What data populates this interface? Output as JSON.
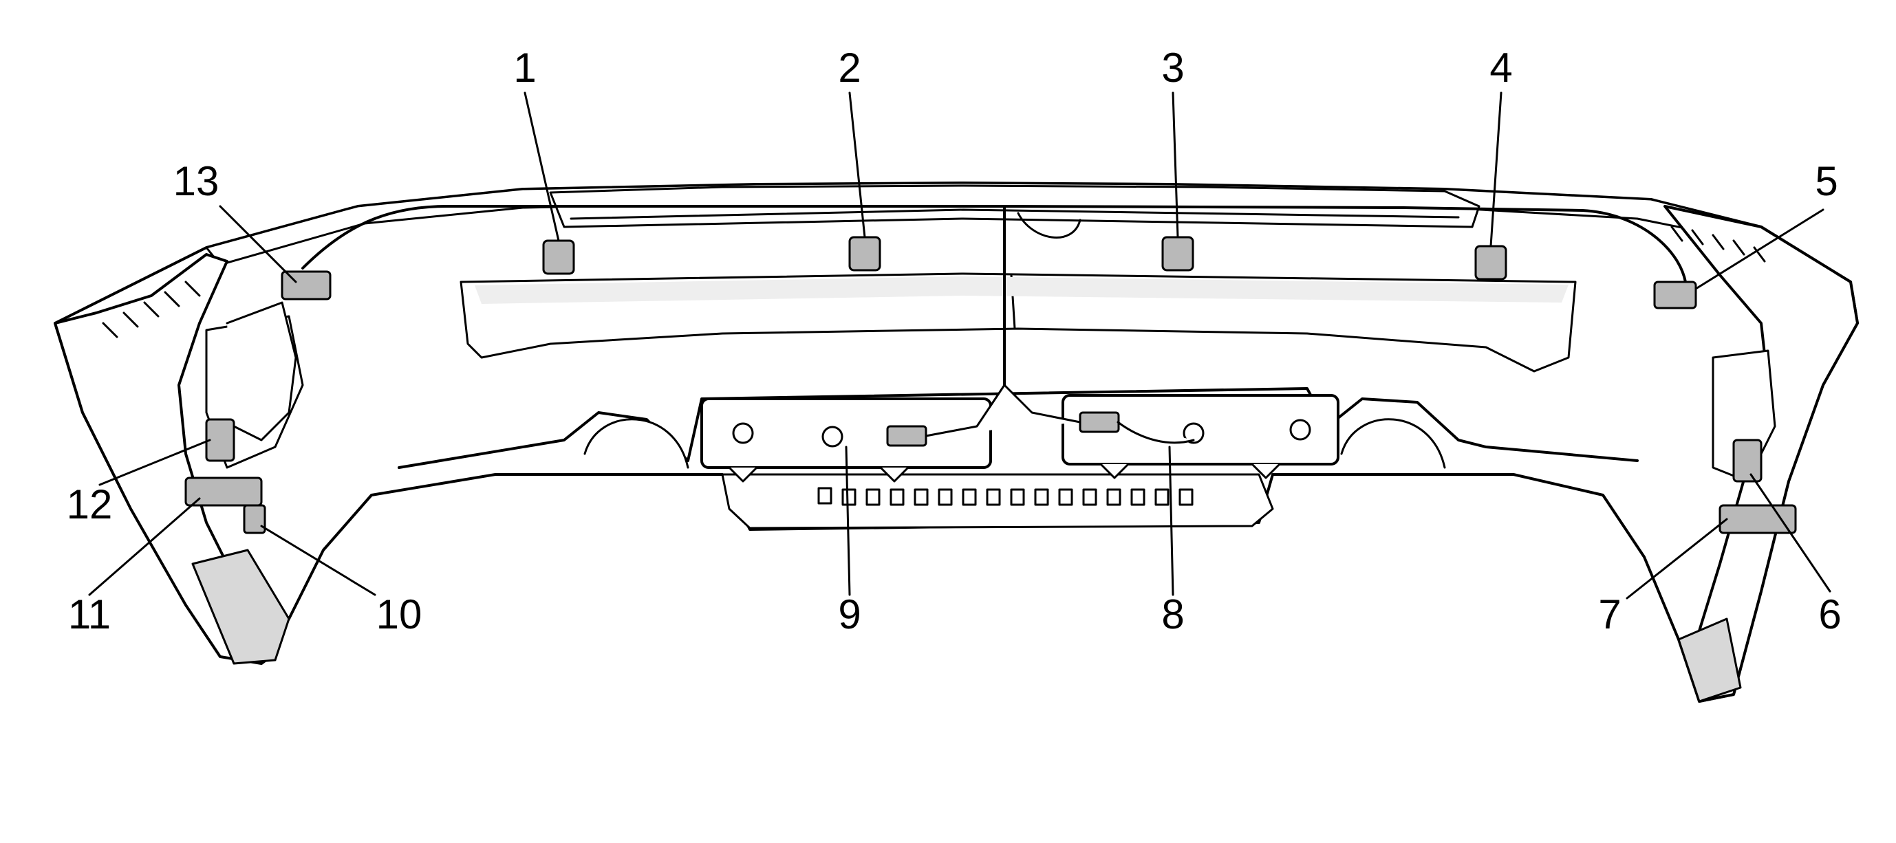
{
  "diagram": {
    "colors": {
      "line": "#000000",
      "fill": "#ffffff",
      "shade": "#d8d8d8",
      "dark": "#b9b9b9"
    },
    "callouts": [
      {
        "id": "c1",
        "label": "1"
      },
      {
        "id": "c2",
        "label": "2"
      },
      {
        "id": "c3",
        "label": "3"
      },
      {
        "id": "c4",
        "label": "4"
      },
      {
        "id": "c5",
        "label": "5"
      },
      {
        "id": "c6",
        "label": "6"
      },
      {
        "id": "c7",
        "label": "7"
      },
      {
        "id": "c8",
        "label": "8"
      },
      {
        "id": "c9",
        "label": "9"
      },
      {
        "id": "c10",
        "label": "10"
      },
      {
        "id": "c11",
        "label": "11"
      },
      {
        "id": "c12",
        "label": "12"
      },
      {
        "id": "c13",
        "label": "13"
      }
    ]
  }
}
